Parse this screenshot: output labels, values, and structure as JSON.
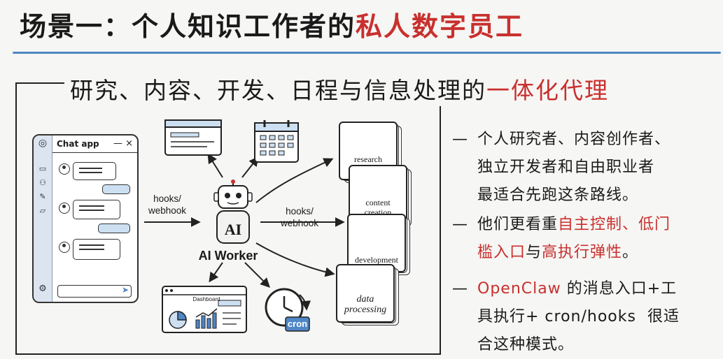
{
  "header": {
    "title_main": "场景一：个人知识工作者的",
    "title_highlight": "私人数字员工"
  },
  "diagram": {
    "subtitle_main": "研究、内容、开发、日程与信息处理的",
    "subtitle_highlight": "一体化代理",
    "chat_app": {
      "title": "Chat app",
      "controls": "— ×"
    },
    "left_arrow_label_1": "hooks/",
    "left_arrow_label_2": "webhook",
    "right_arrow_label_1": "hooks/",
    "right_arrow_label_2": "webhook",
    "robot_badge": "AI",
    "worker_label": "AI Worker",
    "dashboard_label": "Dashboard",
    "cron_label": "cron",
    "cards": {
      "research": "research",
      "content_1": "content",
      "content_2": "creation",
      "development": "development",
      "data_1": "data",
      "data_2": "processing"
    },
    "colors": {
      "accent_red": "#c8302e",
      "accent_blue": "#4f86c6"
    },
    "icons": [
      "chat-icon",
      "people-icon",
      "edit-icon",
      "folder-icon",
      "settings-icon",
      "send-icon",
      "calendar-icon",
      "clock-icon",
      "search-icon",
      "pencil-icon",
      "tools-icon",
      "database-icon",
      "chart-icon"
    ]
  },
  "points": [
    {
      "dash": "—",
      "lines": [
        "个人研究者、内容创作者、",
        "独立开发者和自由职业者",
        "最适合先跑这条路线。"
      ]
    },
    {
      "dash": "—",
      "line1_a": "他们更看重",
      "line1_b": "自主控制、低门",
      "line2_a": "槛入口",
      "line2_b": "与",
      "line2_c": "高执行弹性",
      "line2_d": "。"
    },
    {
      "dash": "—",
      "line1_a": "OpenClaw",
      "line1_b": " 的消息入口+工",
      "line2": "具执行+ cron/hooks  很适",
      "line3": "合这种模式。"
    }
  ]
}
